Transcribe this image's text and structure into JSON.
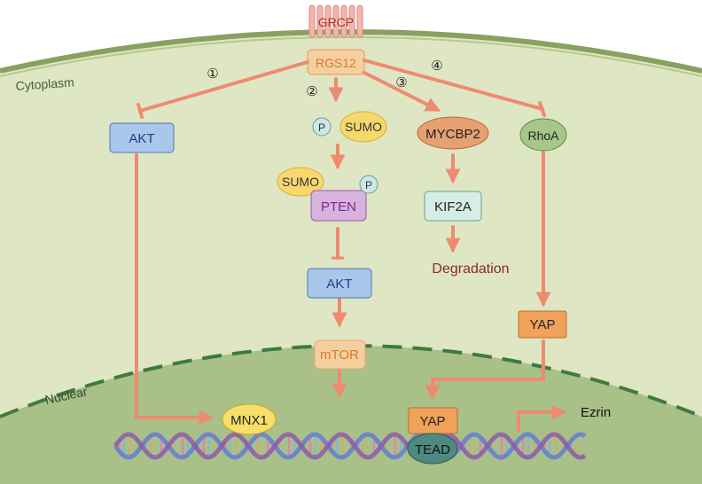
{
  "regions": {
    "cytoplasm": "Cytoplasm",
    "nuclear": "Nuclear"
  },
  "receptor": "GRCP",
  "hub": "RGS12",
  "pathway_markers": [
    "①",
    "②",
    "③",
    "④"
  ],
  "nodes": {
    "akt_left": "AKT",
    "phospho_badge_top": "P",
    "sumo_top": "SUMO",
    "sumo_mid": "SUMO",
    "phospho_badge_mid": "P",
    "pten": "PTEN",
    "akt_center": "AKT",
    "mtor": "mTOR",
    "mycbp2": "MYCBP2",
    "kif2a": "KIF2A",
    "degradation": "Degradation",
    "rhoa": "RhoA",
    "yap_cytoplasm": "YAP",
    "mnx1": "MNX1",
    "yap_nuclear": "YAP",
    "tead": "TEAD",
    "ezrin": "Ezrin"
  },
  "colors": {
    "arrow": "#ef8a70",
    "cytoplasm_fill": "#dfe6c3",
    "nucleus_fill": "#a9c088",
    "membrane": "#8aa060",
    "nuclear_envelope": "#3f7a40",
    "akt_fill": "#a9c7ea",
    "akt_text": "#1f3f8a",
    "rgs12_fill": "#f5cfa0",
    "rgs12_text": "#d97a28",
    "sumo_fill": "#f6d86e",
    "p_fill": "#cfe6e6",
    "pten_fill": "#d8b3df",
    "pten_text": "#7a2a8a",
    "mycbp2_fill": "#e6a072",
    "kif2a_fill": "#d6ece6",
    "rhoa_fill": "#a7c68a",
    "yap_fill": "#f0a25a",
    "tead_fill": "#4e8a80",
    "degradation_text": "#8a2a20",
    "mnx1_fill": "#f6e06a"
  }
}
